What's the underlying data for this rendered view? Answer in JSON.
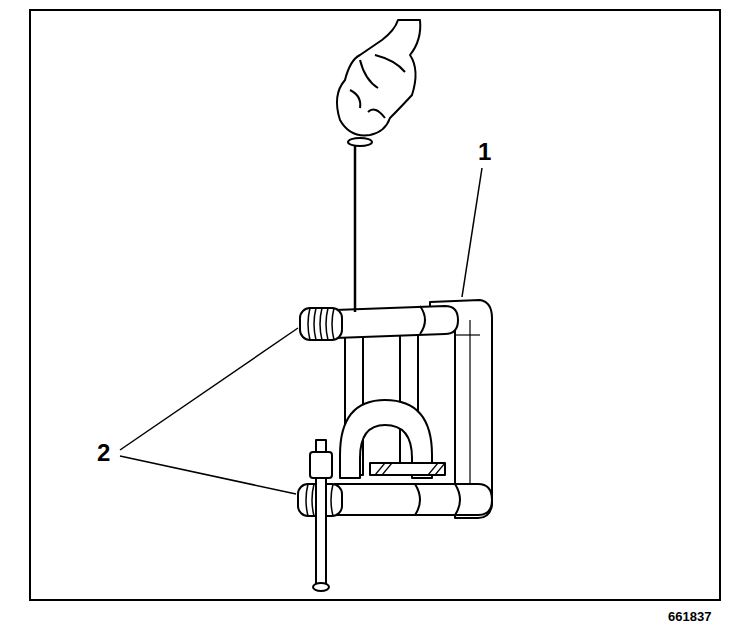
{
  "diagram": {
    "labels": [
      "1",
      "2",
      "661837"
    ]
  }
}
